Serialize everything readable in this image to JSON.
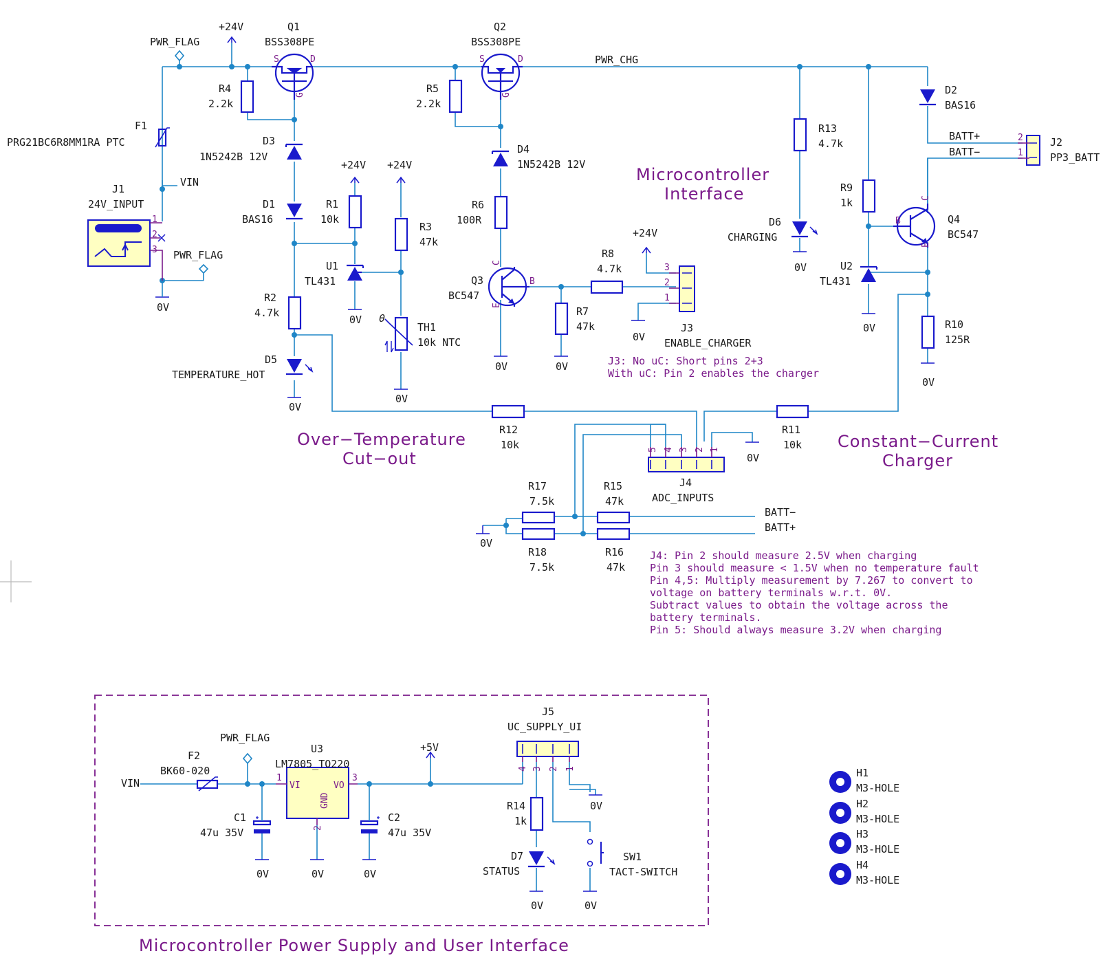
{
  "components": {
    "q1": {
      "ref": "Q1",
      "value": "BSS308PE"
    },
    "q2": {
      "ref": "Q2",
      "value": "BSS308PE"
    },
    "q3": {
      "ref": "Q3",
      "value": "BC547"
    },
    "q4": {
      "ref": "Q4",
      "value": "BC547"
    },
    "r1": {
      "ref": "R1",
      "value": "10k"
    },
    "r2": {
      "ref": "R2",
      "value": "4.7k"
    },
    "r3": {
      "ref": "R3",
      "value": "47k"
    },
    "r4": {
      "ref": "R4",
      "value": "2.2k"
    },
    "r5": {
      "ref": "R5",
      "value": "2.2k"
    },
    "r6": {
      "ref": "R6",
      "value": "100R"
    },
    "r7": {
      "ref": "R7",
      "value": "47k"
    },
    "r8": {
      "ref": "R8",
      "value": "4.7k"
    },
    "r9": {
      "ref": "R9",
      "value": "1k"
    },
    "r10": {
      "ref": "R10",
      "value": "125R"
    },
    "r11": {
      "ref": "R11",
      "value": "10k"
    },
    "r12": {
      "ref": "R12",
      "value": "10k"
    },
    "r13": {
      "ref": "R13",
      "value": "4.7k"
    },
    "r14": {
      "ref": "R14",
      "value": "1k"
    },
    "r15": {
      "ref": "R15",
      "value": "47k"
    },
    "r16": {
      "ref": "R16",
      "value": "47k"
    },
    "r17": {
      "ref": "R17",
      "value": "7.5k"
    },
    "r18": {
      "ref": "R18",
      "value": "7.5k"
    },
    "d1": {
      "ref": "D1",
      "value": "BAS16"
    },
    "d2": {
      "ref": "D2",
      "value": "BAS16"
    },
    "d3": {
      "ref": "D3",
      "value": "1N5242B 12V"
    },
    "d4": {
      "ref": "D4",
      "value": "1N5242B 12V"
    },
    "d5": {
      "ref": "D5",
      "value": "TEMPERATURE_HOT"
    },
    "d6": {
      "ref": "D6",
      "value": "CHARGING"
    },
    "d7": {
      "ref": "D7",
      "value": "STATUS"
    },
    "u1": {
      "ref": "U1",
      "value": "TL431"
    },
    "u2": {
      "ref": "U2",
      "value": "TL431"
    },
    "u3": {
      "ref": "U3",
      "value": "LM7805_TO220"
    },
    "th1": {
      "ref": "TH1",
      "value": "10k NTC"
    },
    "f1": {
      "ref": "F1",
      "value": "PRG21BC6R8MM1RA PTC"
    },
    "f2": {
      "ref": "F2",
      "value": "BK60-020"
    },
    "c1": {
      "ref": "C1",
      "value": "47u 35V"
    },
    "c2": {
      "ref": "C2",
      "value": "47u 35V"
    },
    "j1": {
      "ref": "J1",
      "value": "24V_INPUT"
    },
    "j2": {
      "ref": "J2",
      "value": "PP3_BATT"
    },
    "j3": {
      "ref": "J3",
      "value": "ENABLE_CHARGER"
    },
    "j4": {
      "ref": "J4",
      "value": "ADC_INPUTS"
    },
    "j5": {
      "ref": "J5",
      "value": "UC_SUPPLY_UI"
    },
    "sw1": {
      "ref": "SW1",
      "value": "TACT-SWITCH"
    },
    "h1": {
      "ref": "H1",
      "value": "M3-HOLE"
    },
    "h2": {
      "ref": "H2",
      "value": "M3-HOLE"
    },
    "h3": {
      "ref": "H3",
      "value": "M3-HOLE"
    },
    "h4": {
      "ref": "H4",
      "value": "M3-HOLE"
    }
  },
  "nets": {
    "v24": "+24V",
    "v5": "+5V",
    "gnd": "0V",
    "pwr_flag": "PWR_FLAG",
    "vin": "VIN",
    "pwr_chg": "PWR_CHG",
    "batt_pos": "BATT+",
    "batt_neg": "BATT−"
  },
  "pins": {
    "s": "S",
    "d": "D",
    "g": "G",
    "b": "B",
    "c": "C",
    "e": "E",
    "vi": "VI",
    "vo": "VO",
    "gnd": "GND",
    "n1": "1",
    "n2": "2",
    "n3": "3",
    "n4": "4",
    "n5": "5"
  },
  "titles": {
    "micro_if": [
      "Microcontroller",
      "Interface"
    ],
    "over_temp": [
      "Over−Temperature",
      "Cut−out"
    ],
    "cc": [
      "Constant−Current",
      "Charger"
    ],
    "psu": "Microcontroller Power Supply and User Interface"
  },
  "notes": {
    "j3": [
      "J3: No uC: Short pins 2+3",
      "With uC: Pin 2 enables the charger"
    ],
    "j4": [
      "J4: Pin 2 should measure 2.5V when charging",
      "Pin 3 should measure < 1.5V when no temperature fault",
      "Pin 4,5: Multiply measurement by 7.267 to convert to",
      "voltage on battery terminals w.r.t. 0V.",
      "Subtract values to obtain the voltage across the",
      "battery terminals.",
      "Pin 5: Should always measure 3.2V when charging"
    ]
  },
  "colors": {
    "wire": "#1f86c7",
    "component": "#1a1acc",
    "body_fill": "#ffffc2",
    "annotation": "#7a1a8a"
  }
}
